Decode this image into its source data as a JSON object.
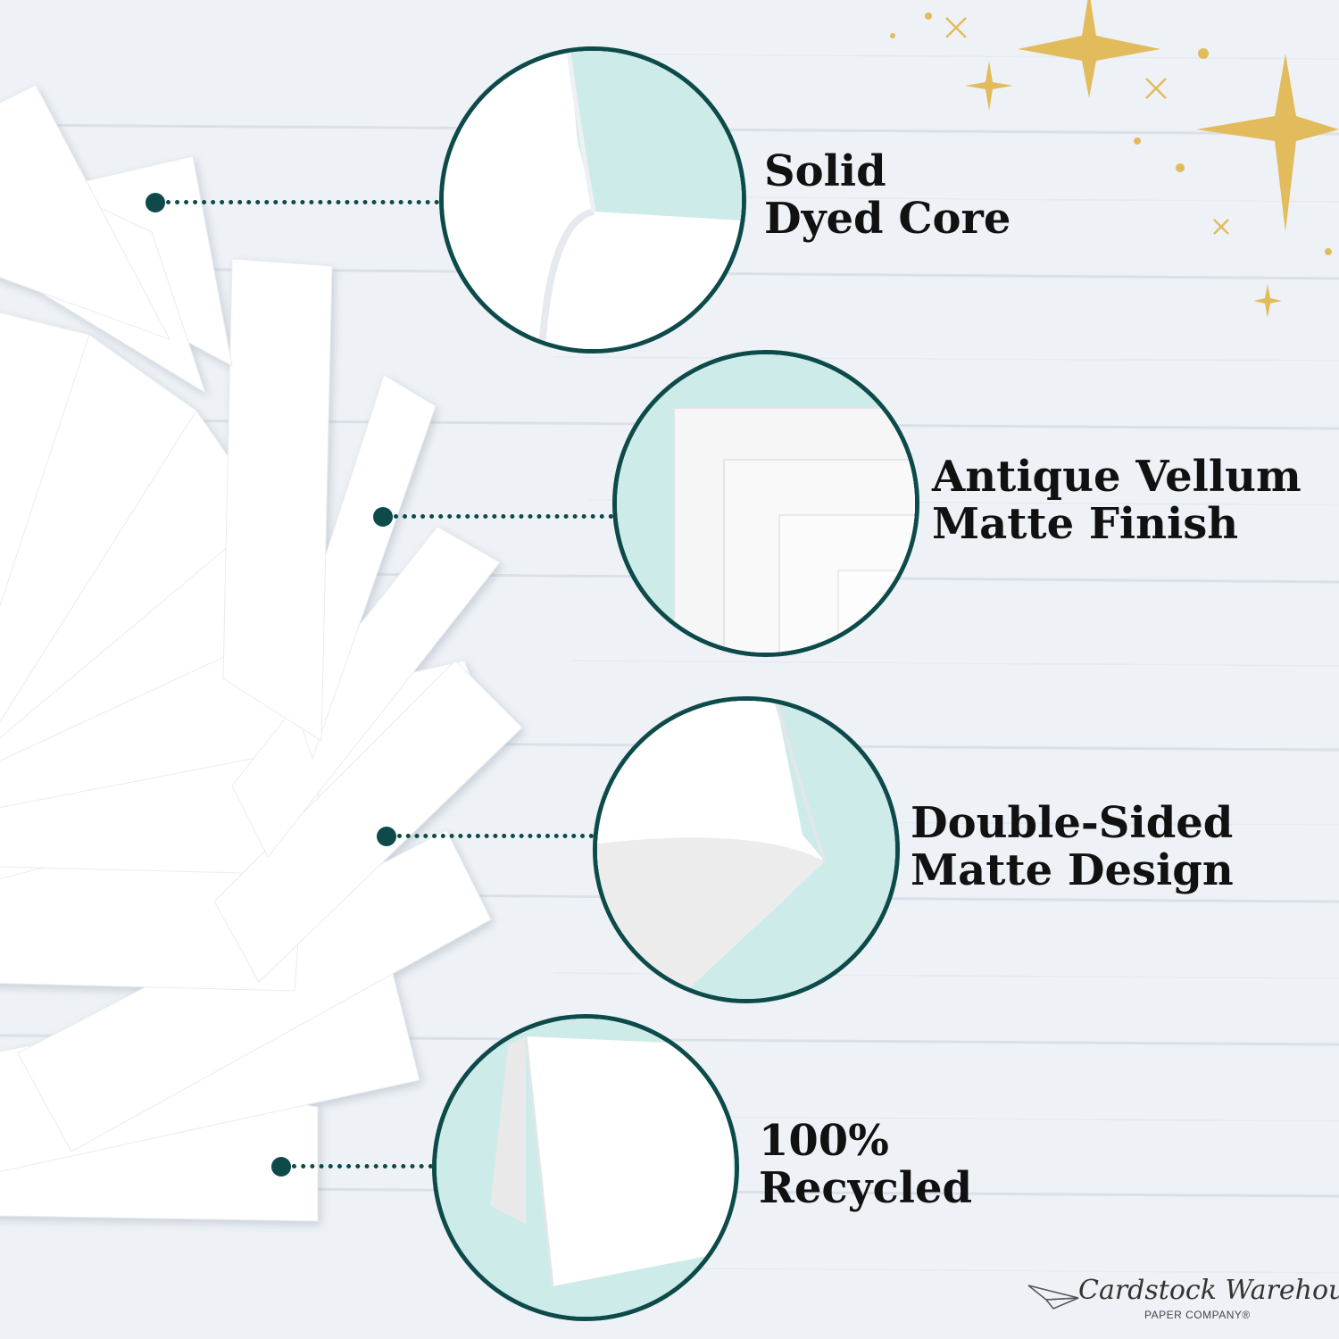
{
  "colors": {
    "background": "#eef2f6",
    "accent_teal": "#0d4a4a",
    "mint": "#cdebe9",
    "gold": "#e2bc5c",
    "text": "#111111"
  },
  "features": [
    {
      "lines": [
        "Solid",
        "Dyed Core"
      ],
      "icon": "dyed-core-closeup"
    },
    {
      "lines": [
        "Antique Vellum",
        "Matte Finish"
      ],
      "icon": "vellum-texture-closeup"
    },
    {
      "lines": [
        "Double-Sided",
        "Matte Design"
      ],
      "icon": "double-sided-curl-closeup"
    },
    {
      "lines": [
        "100%",
        "Recycled"
      ],
      "icon": "recycled-folded-card-closeup"
    }
  ],
  "brand": {
    "name": "Cardstock Warehouse",
    "tagline": "PAPER COMPANY®",
    "icon": "paper-plane-icon"
  }
}
